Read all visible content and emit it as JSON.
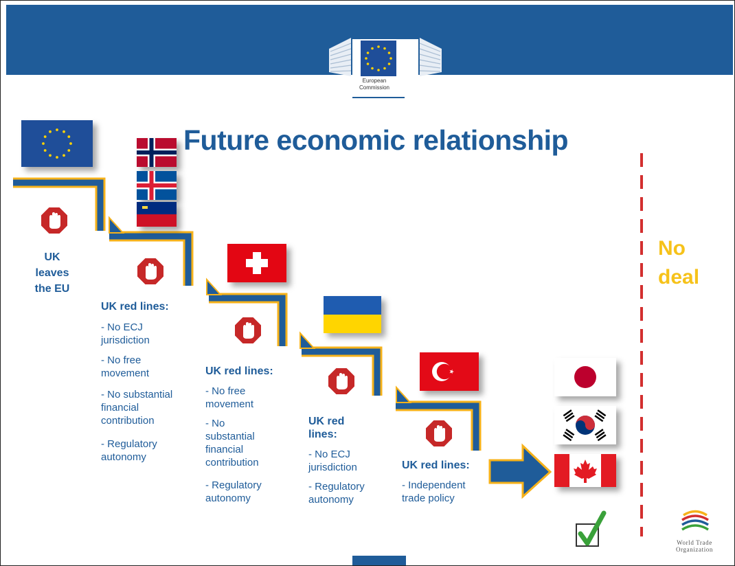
{
  "header": {
    "logo_text_line1": "European",
    "logo_text_line2": "Commission"
  },
  "title": "Future economic relationship",
  "steps": [
    {
      "lines": [
        "UK",
        "leaves",
        "the EU"
      ]
    },
    {
      "heading": "UK red lines:",
      "items": [
        "- No ECJ\njurisdiction",
        "- No free\nmovement",
        "- No substantial\nfinancial\ncontribution",
        "- Regulatory\nautonomy"
      ]
    },
    {
      "heading": "UK red lines:",
      "items": [
        "- No free\nmovement",
        "- No\nsubstantial\nfinancial\ncontribution",
        "- Regulatory\nautonomy"
      ]
    },
    {
      "heading": "UK red\nlines:",
      "items": [
        "- No ECJ\njurisdiction",
        "- Regulatory\nautonomy"
      ]
    },
    {
      "heading": "UK red lines:",
      "items": [
        "- Independent\ntrade policy"
      ]
    }
  ],
  "no_deal": [
    "No",
    "deal"
  ],
  "wto": {
    "line1": "World Trade",
    "line2": "Organization"
  },
  "colors": {
    "brand_blue": "#1f5c99",
    "stair_gold": "#f6b21a",
    "stop_red": "#c62828",
    "no_deal_yellow": "#f6c21a",
    "dash_red": "#d32f2f"
  },
  "icons": [
    "eu-flag-icon",
    "norway-flag-icon",
    "iceland-flag-icon",
    "liechtenstein-flag-icon",
    "switzerland-flag-icon",
    "ukraine-flag-icon",
    "turkey-flag-icon",
    "japan-flag-icon",
    "south-korea-flag-icon",
    "canada-flag-icon",
    "stop-hand-icon",
    "checkmark-icon",
    "wto-logo-icon",
    "eu-commission-logo-icon"
  ]
}
